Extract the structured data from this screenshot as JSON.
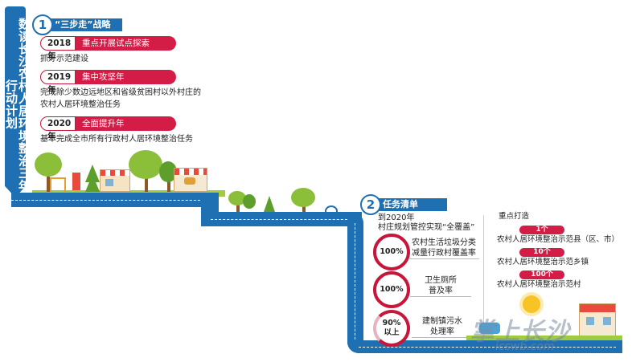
{
  "title": "数读长沙农村人居环境整治三年行动计划",
  "section1": {
    "num": "1",
    "title": "“三步走”战略",
    "steps": [
      {
        "year": "2018年",
        "tag": "重点开展试点探索",
        "desc": "抓好示范建设"
      },
      {
        "year": "2019年",
        "tag": "集中攻坚年",
        "desc": "完成除少数边远地区和省级贫困村以外村庄的农村人居环境整治任务"
      },
      {
        "year": "2020年",
        "tag": "全面提升年",
        "desc": "基本完成全市所有行政村人居环境整治任务"
      }
    ]
  },
  "section2": {
    "num": "2",
    "title": "任务清单",
    "intro_line1": "到2020年",
    "intro_line2": "村庄规划管控实现“全覆盖”",
    "items": [
      {
        "value": "100%",
        "label_line1": "农村生活垃圾分类",
        "label_line2": "减量行政村覆盖率"
      },
      {
        "value": "100%",
        "label_line1": "卫生厕所",
        "label_line2": "普及率"
      },
      {
        "value_line1": "90%",
        "value_line2": "以上",
        "label_line1": "建制镇污水",
        "label_line2": "处理率"
      }
    ],
    "focus_title": "重点打造",
    "focus": [
      {
        "count": "1个",
        "label": "农村人居环境整治示范县（区、市）"
      },
      {
        "count": "10个",
        "label": "农村人居环境整治示范乡镇"
      },
      {
        "count": "100个",
        "label": "农村人居环境整治示范村"
      }
    ]
  },
  "watermark": {
    "main": "掌上长沙",
    "sub": "icswb.com"
  },
  "colors": {
    "blue": "#1f6fb3",
    "red": "#d31d46",
    "green": "#8bbf3a"
  }
}
